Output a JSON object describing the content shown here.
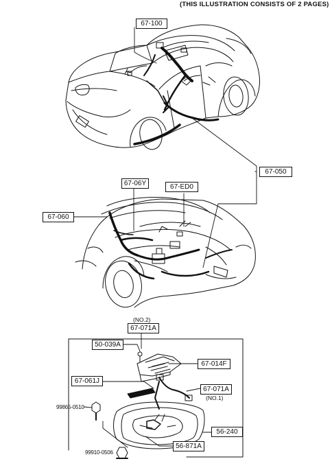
{
  "header": {
    "note": "(THIS ILLUSTRATION CONSISTS OF  2 PAGES)"
  },
  "callouts": {
    "c67_100": "67-100",
    "c67_050": "67-050",
    "c67_06y": "67-06Y",
    "c67_ed0": "67-ED0",
    "c67_060": "67-060",
    "c67_071a_top": "67-071A",
    "c67_071a_top_note": "(NO.2)",
    "c50_039a": "50-039A",
    "c67_014f": "67-014F",
    "c67_061j": "67-061J",
    "c67_071a_side": "67-071A",
    "c67_071a_side_note": "(NO.1)",
    "c56_240": "56-240",
    "c56_871a": "56-871A"
  },
  "bolts": {
    "b1": "99865-0510",
    "b2": "99910-0506"
  }
}
